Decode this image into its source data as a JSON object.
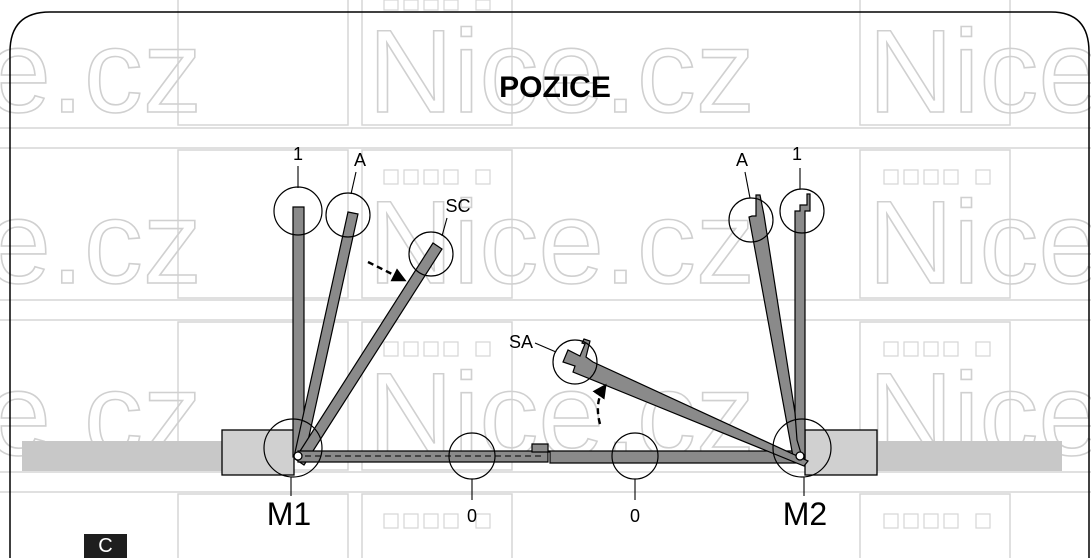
{
  "title": "POZICE",
  "watermark": {
    "text": "Nice.cz"
  },
  "labels": {
    "left_open": "1",
    "left_a": "A",
    "left_sc": "SC",
    "right_a": "A",
    "right_open": "1",
    "sa": "SA",
    "motor_left": "M1",
    "motor_right": "M2",
    "closed_left": "0",
    "closed_right": "0"
  },
  "badge": "C",
  "colors": {
    "leaf": "#8a8a8a",
    "wall": "#c8c8c8",
    "motor_box": "#d0d0d0",
    "watermark": "#d6d6d6",
    "badge_bg": "#1e1e1e"
  }
}
